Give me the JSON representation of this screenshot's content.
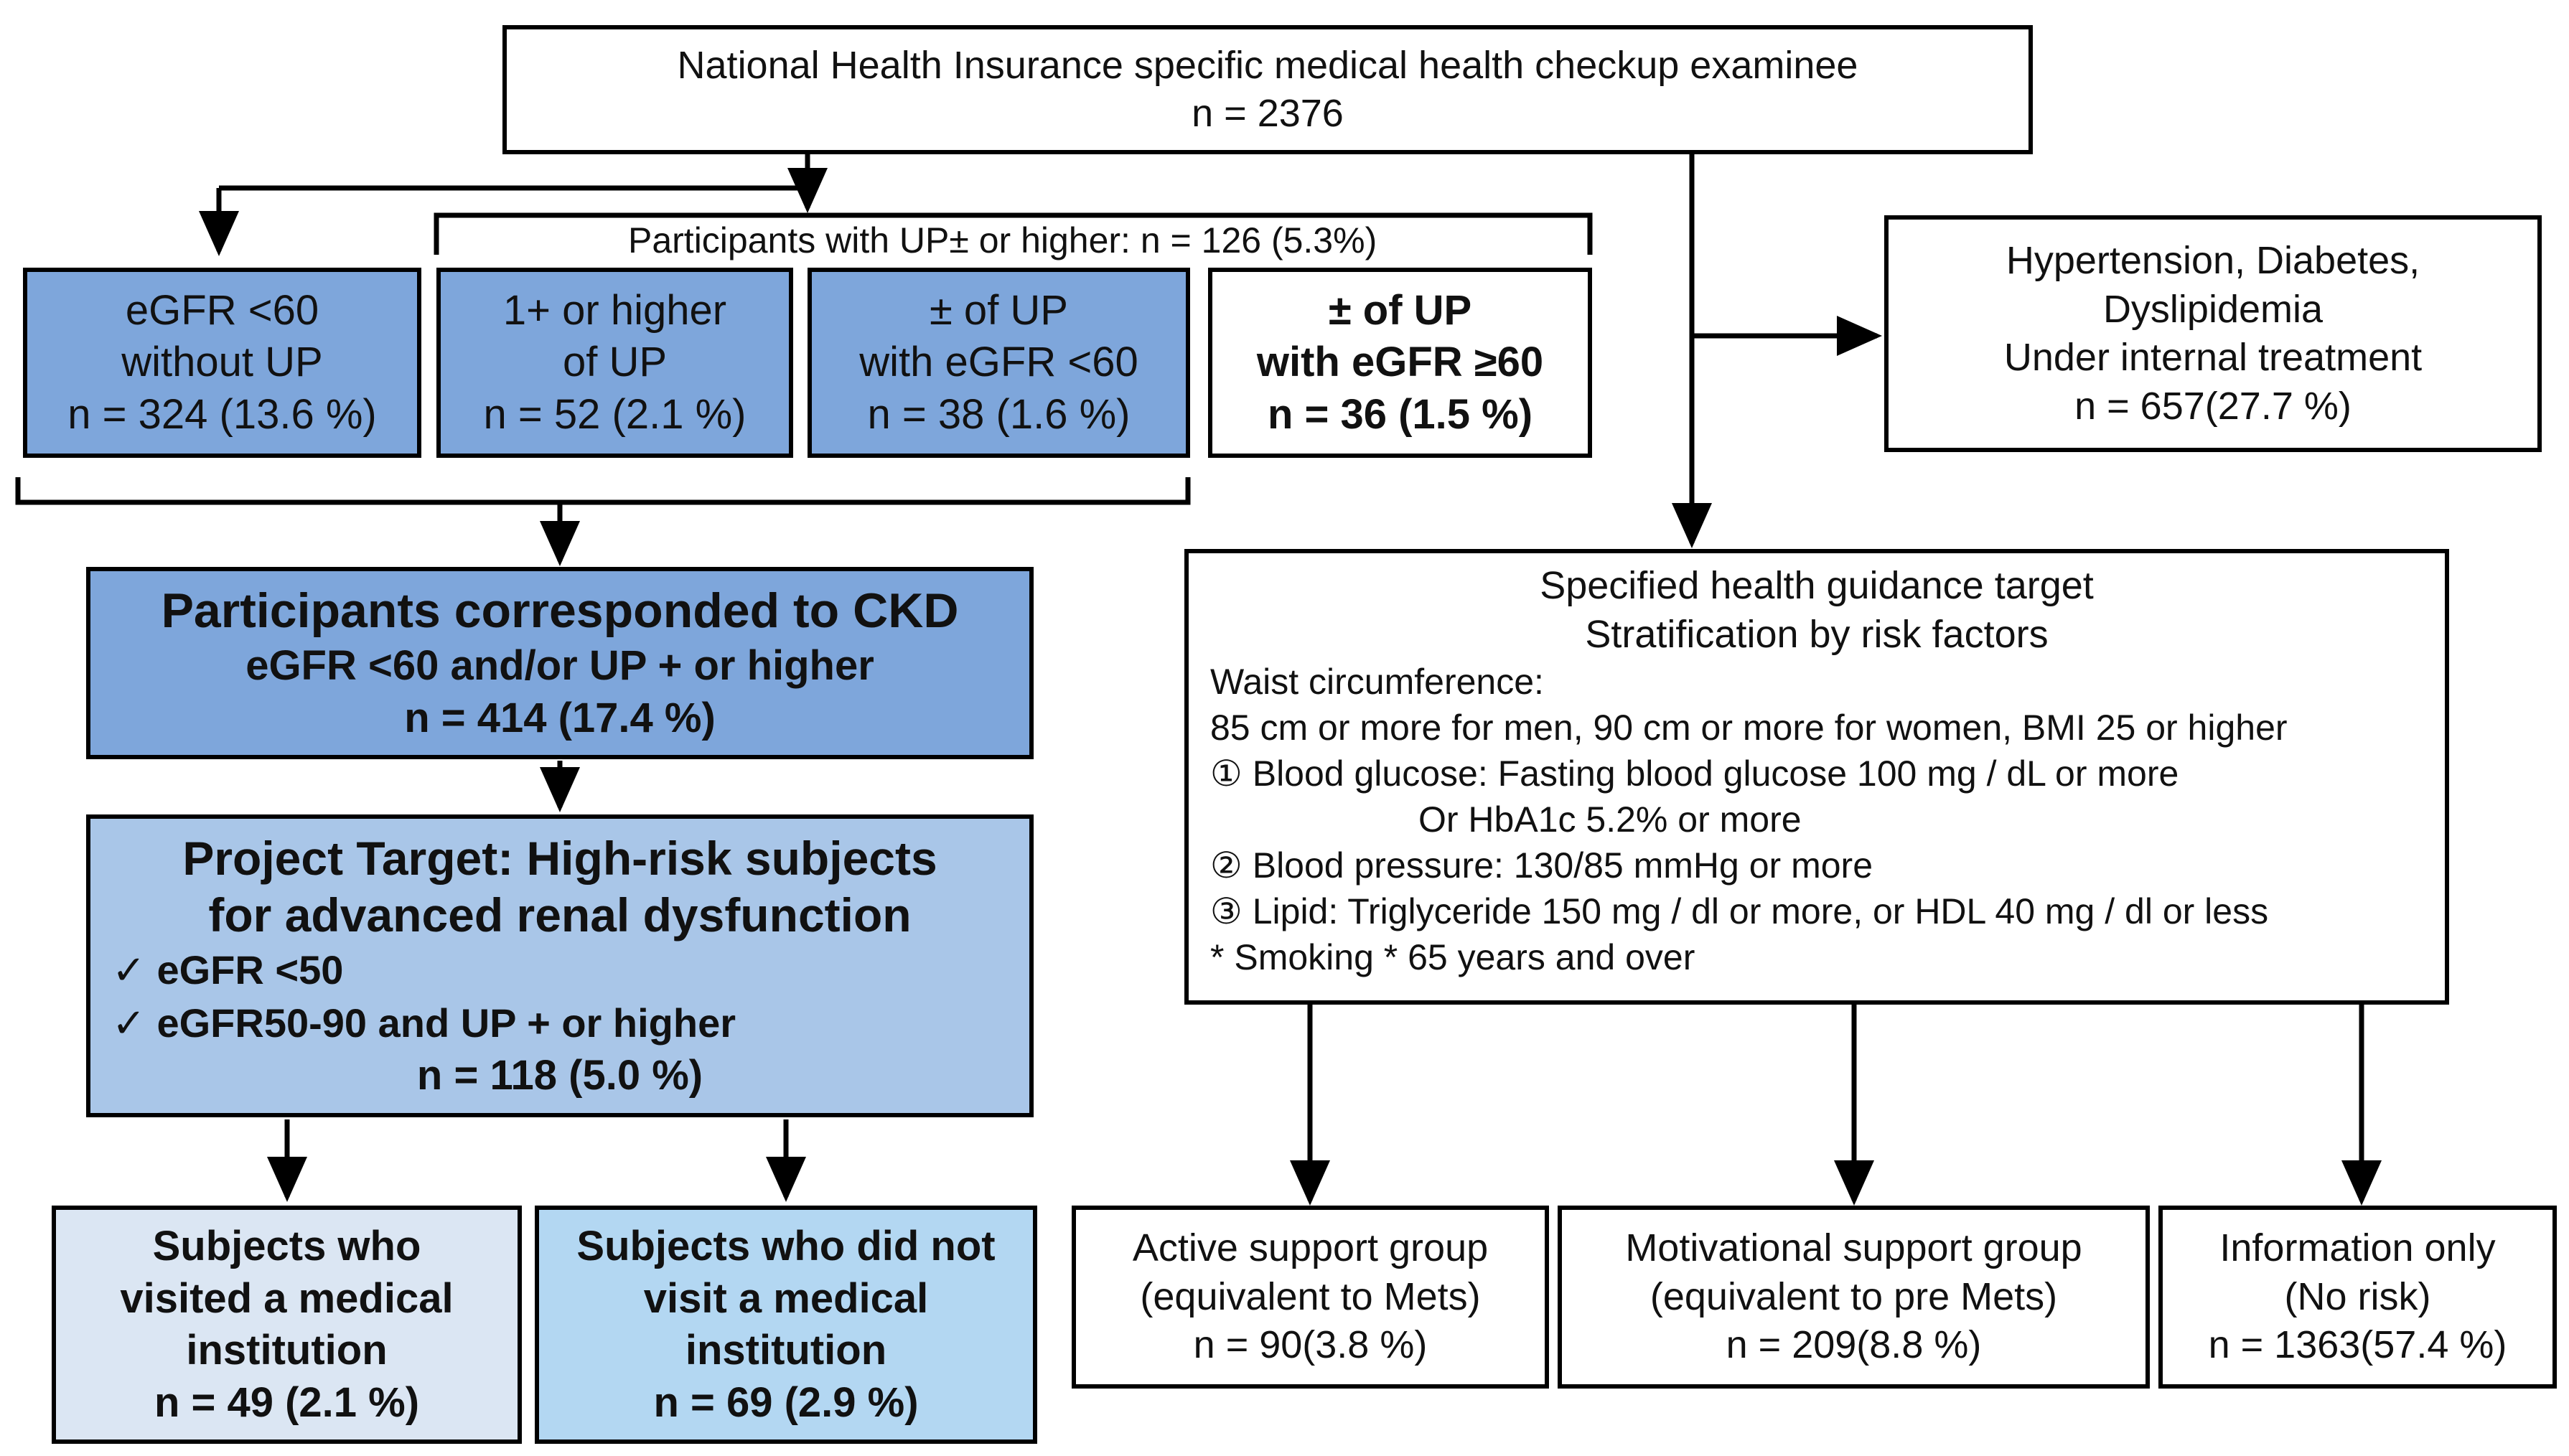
{
  "top": {
    "title": "National Health Insurance specific medical health checkup examinee",
    "n": "n = 2376"
  },
  "bracket_label": "Participants with UP± or higher: n = 126 (5.3%)",
  "categories": [
    {
      "line1": "eGFR <60",
      "line2": "without UP",
      "n": "n = 324 (13.6 %)"
    },
    {
      "line1": "1+ or higher",
      "line2": "of UP",
      "n": "n = 52 (2.1 %)"
    },
    {
      "line1": "± of UP",
      "line2": "with eGFR <60",
      "n": "n = 38 (1.6 %)"
    },
    {
      "line1": "± of UP",
      "line2": "with eGFR ≥60",
      "n": "n = 36 (1.5 %)"
    }
  ],
  "treatment": {
    "line1": "Hypertension, Diabetes,",
    "line2": "Dyslipidemia",
    "line3": "Under internal treatment",
    "n": "n = 657(27.7 %)"
  },
  "ckd": {
    "title": "Participants corresponded to CKD",
    "subtitle": "eGFR <60 and/or UP + or higher",
    "n": "n = 414 (17.4 %)"
  },
  "target": {
    "title1": "Project Target: High-risk subjects",
    "title2": "for advanced renal dysfunction",
    "item1": "✓  eGFR <50",
    "item2": "✓  eGFR50-90 and UP + or higher",
    "n": "n = 118 (5.0 %)"
  },
  "guidance": {
    "title1": "Specified health guidance target",
    "title2": "Stratification by risk factors",
    "lines": [
      "Waist circumference:",
      "85 cm or more for men, 90 cm or more for women, BMI 25 or higher",
      "① Blood glucose: Fasting blood glucose 100 mg / dL or more",
      "Or HbA1c 5.2% or more",
      "② Blood pressure: 130/85 mmHg or more",
      "③ Lipid: Triglyceride 150 mg / dl or more, or HDL 40 mg / dl or less",
      "* Smoking * 65 years and over"
    ]
  },
  "visited": {
    "line1": "Subjects who",
    "line2": "visited a medical",
    "line3": "institution",
    "n": "n = 49 (2.1 %)"
  },
  "not_visited": {
    "line1": "Subjects who did not",
    "line2": "visit a medical",
    "line3": "institution",
    "n": "n = 69 (2.9 %)"
  },
  "groups": [
    {
      "line1": "Active support group",
      "line2": "(equivalent to Mets)",
      "n": "n = 90(3.8 %)"
    },
    {
      "line1": "Motivational support group",
      "line2": "(equivalent to pre Mets)",
      "n": "n = 209(8.8 %)"
    },
    {
      "line1": "Information only",
      "line2": "(No risk)",
      "n": "n = 1363(57.4 %)"
    }
  ],
  "colors": {
    "dark_blue": "#7ea6db",
    "light_blue": "#a9c6e8",
    "pale_blue": "#dbe6f3",
    "sky_blue": "#b3d7f2"
  }
}
